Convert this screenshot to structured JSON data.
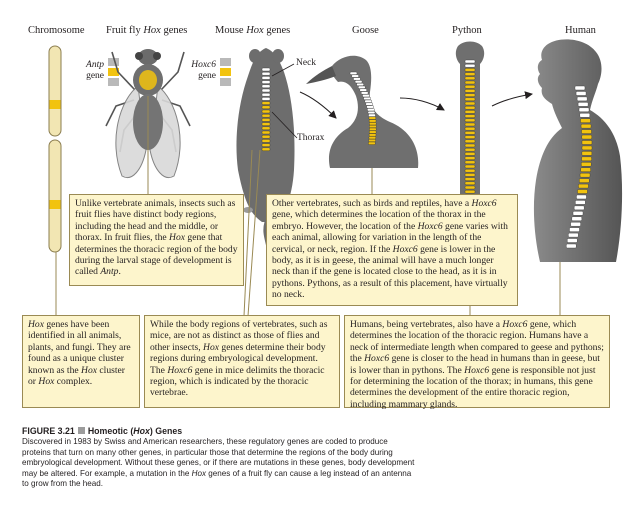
{
  "headers": {
    "chromosome": "Chromosome",
    "fly": "Fruit fly Hox genes",
    "mouse": "Mouse Hox genes",
    "goose": "Goose",
    "python": "Python",
    "human": "Human"
  },
  "labels": {
    "antp": "Antp",
    "antp_gene": "gene",
    "hoxc6": "Hoxc6",
    "hoxc6_gene": "gene",
    "neck": "Neck",
    "thorax": "Thorax"
  },
  "callouts": {
    "insects": "Unlike vertebrate animals, insects such as fruit flies have distinct body regions, including the head and the middle, or thorax. In fruit flies, the Hox gene that determines the thoracic region of the body during the larval stage of development is called Antp.",
    "vertebrates": "Other vertebrates, such as birds and reptiles, have a Hoxc6 gene, which determines the location of the thorax in the embryo. However, the location of the Hoxc6 gene varies with each animal, allowing for variation in the length of the cervical, or neck, region. If the Hoxc6 gene is lower in the body, as it is in geese, the animal will have a much longer neck than if the gene is located close to the head, as it is in pythons. Pythons, as a result of this placement, have virtually no neck.",
    "hox_genes": "Hox genes have been identified in all animals, plants, and fungi. They are found as a unique cluster known as the Hox cluster or Hox complex.",
    "mice": "While the body regions of vertebrates, such as mice, are not as distinct as those of flies and other insects, Hox genes determine their body regions during embryological development. The Hoxc6 gene in mice delimits the thoracic region, which is indicated by the thoracic vertebrae.",
    "humans": "Humans, being vertebrates, also have a Hoxc6 gene, which determines the location of the thoracic region. Humans have a neck of intermediate length when compared to geese and pythons; the Hoxc6 gene is closer to the head in humans than in geese, but is lower than in pythons. The Hoxc6 gene is responsible not just for determining the location of the thorax; in humans, this gene determines the development of the entire thoracic region, including mammary glands."
  },
  "caption": {
    "figure": "FIGURE 3.21",
    "title": "Homeotic (Hox) Genes",
    "body": "Discovered in 1983 by Swiss and American researchers, these regulatory genes are coded to produce proteins that turn on many other genes, in particular those that determine the regions of the body during embryological development. Without these genes, or if there are mutations in these genes, body development may be altered. For example, a mutation in the Hox genes of a fruit fly can cause a leg instead of an antenna to grow from the head."
  },
  "colors": {
    "callout_bg": "#fdf5cc",
    "chromosome": "#f2e6b3",
    "gene_yellow": "#f2c30f",
    "body_gray": "#6f6f6f",
    "gene_gray": "#b9b9b9"
  }
}
